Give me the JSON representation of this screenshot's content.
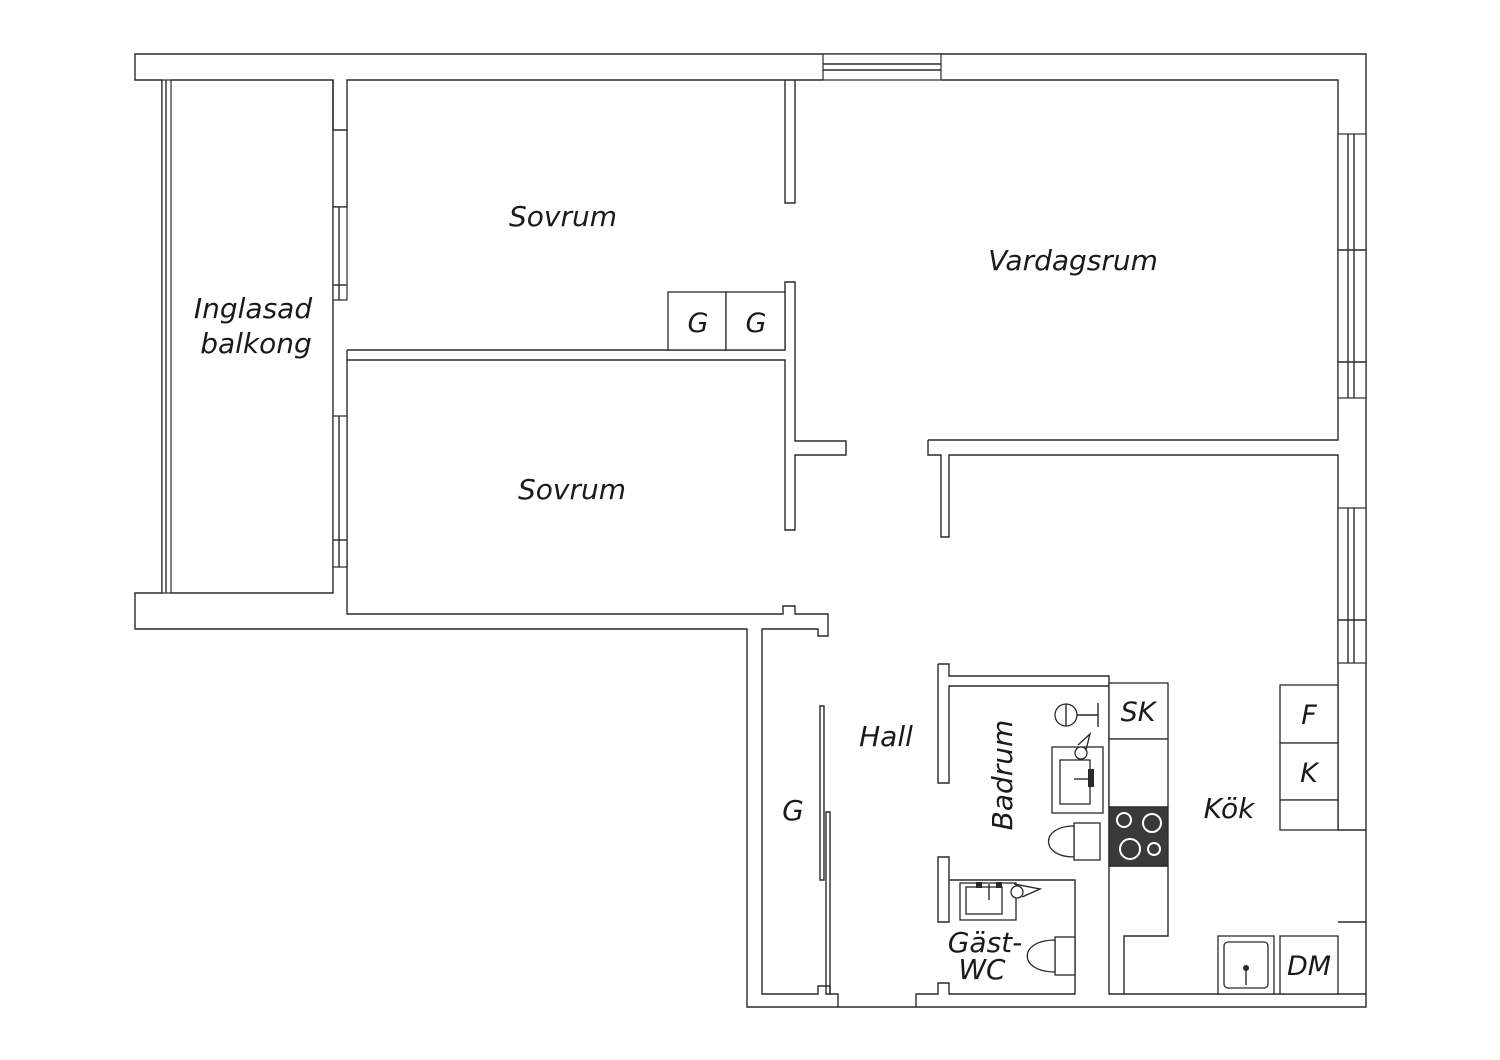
{
  "rooms": {
    "bedroom_top": "Sovrum",
    "bedroom_bottom": "Sovrum",
    "living_room": "Vardagsrum",
    "balcony_line1": "Inglasad",
    "balcony_line2": "balkong",
    "hall": "Hall",
    "bathroom": "Badrum",
    "guest_wc_line1": "Gäst-",
    "guest_wc_line2": "WC",
    "kitchen": "Kök"
  },
  "fixtures": {
    "wardrobe_1": "G",
    "wardrobe_2": "G",
    "hall_wardrobe": "G",
    "drying_cabinet": "SK",
    "freezer": "F",
    "fridge": "K",
    "dishwasher": "DM"
  },
  "colors": {
    "line": "#2a2a2a",
    "stove": "#3a3a3a"
  }
}
